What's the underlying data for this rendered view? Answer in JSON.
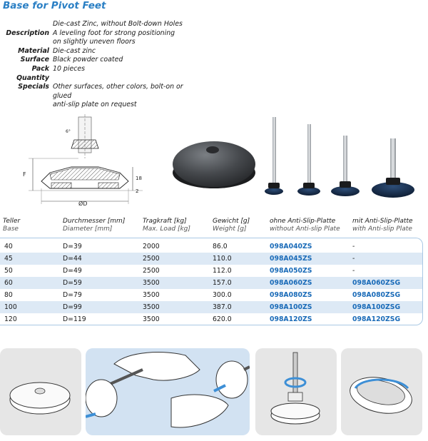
{
  "title": "Base for Pivot Feet",
  "specs": [
    {
      "label": "",
      "lines": [
        "Die-cast Zinc, without Bolt-down Holes"
      ]
    },
    {
      "label": "Description",
      "lines": [
        "A leveling foot for strong positioning",
        "on slightly uneven floors"
      ]
    },
    {
      "label": "Material",
      "lines": [
        "Die-cast zinc"
      ]
    },
    {
      "label": "Surface",
      "lines": [
        "Black powder coated"
      ]
    },
    {
      "label": "Pack Quantity",
      "lines": [
        "10 pieces"
      ]
    },
    {
      "label": "Specials",
      "lines": [
        "Other surfaces, other colors, bolt-on or glued",
        "anti-slip plate on request"
      ]
    }
  ],
  "drawing": {
    "angle": "6°",
    "dim_f": "F",
    "dim_h1": "18",
    "dim_h2": "2",
    "dim_d": "ØD"
  },
  "table": {
    "headers": [
      {
        "de": "Teller",
        "en": "Base"
      },
      {
        "de": "Durchmesser [mm]",
        "en": "Diameter [mm]"
      },
      {
        "de": "Tragkraft [kg]",
        "en": "Max. Load [kg]"
      },
      {
        "de": "Gewicht [g]",
        "en": "Weight [g]"
      },
      {
        "de": "ohne Anti-Slip-Platte",
        "en": "without Anti-slip Plate"
      },
      {
        "de": "mit Anti-Slip-Platte",
        "en": "with Anti-slip Plate"
      }
    ],
    "rows": [
      {
        "base": "40",
        "diameter": "D=39",
        "load": "2000",
        "weight": "86.0",
        "without": "098A040ZS",
        "with": "-"
      },
      {
        "base": "45",
        "diameter": "D=44",
        "load": "2500",
        "weight": "110.0",
        "without": "098A045ZS",
        "with": "-"
      },
      {
        "base": "50",
        "diameter": "D=49",
        "load": "2500",
        "weight": "112.0",
        "without": "098A050ZS",
        "with": "-"
      },
      {
        "base": "60",
        "diameter": "D=59",
        "load": "3500",
        "weight": "157.0",
        "without": "098A060ZS",
        "with": "098A060ZSG"
      },
      {
        "base": "80",
        "diameter": "D=79",
        "load": "3500",
        "weight": "300.0",
        "without": "098A080ZS",
        "with": "098A080ZSG"
      },
      {
        "base": "100",
        "diameter": "D=99",
        "load": "3500",
        "weight": "387.0",
        "without": "098A100ZS",
        "with": "098A100ZSG"
      },
      {
        "base": "120",
        "diameter": "D=119",
        "load": "3500",
        "weight": "620.0",
        "without": "098A120ZS",
        "with": "098A120ZSG"
      }
    ]
  },
  "colors": {
    "accent": "#2a7fc4",
    "code": "#1a6bb8",
    "row_alt": "#dde9f5",
    "panel_blue": "#d2e2f2",
    "panel_grey": "#e6e6e6"
  }
}
